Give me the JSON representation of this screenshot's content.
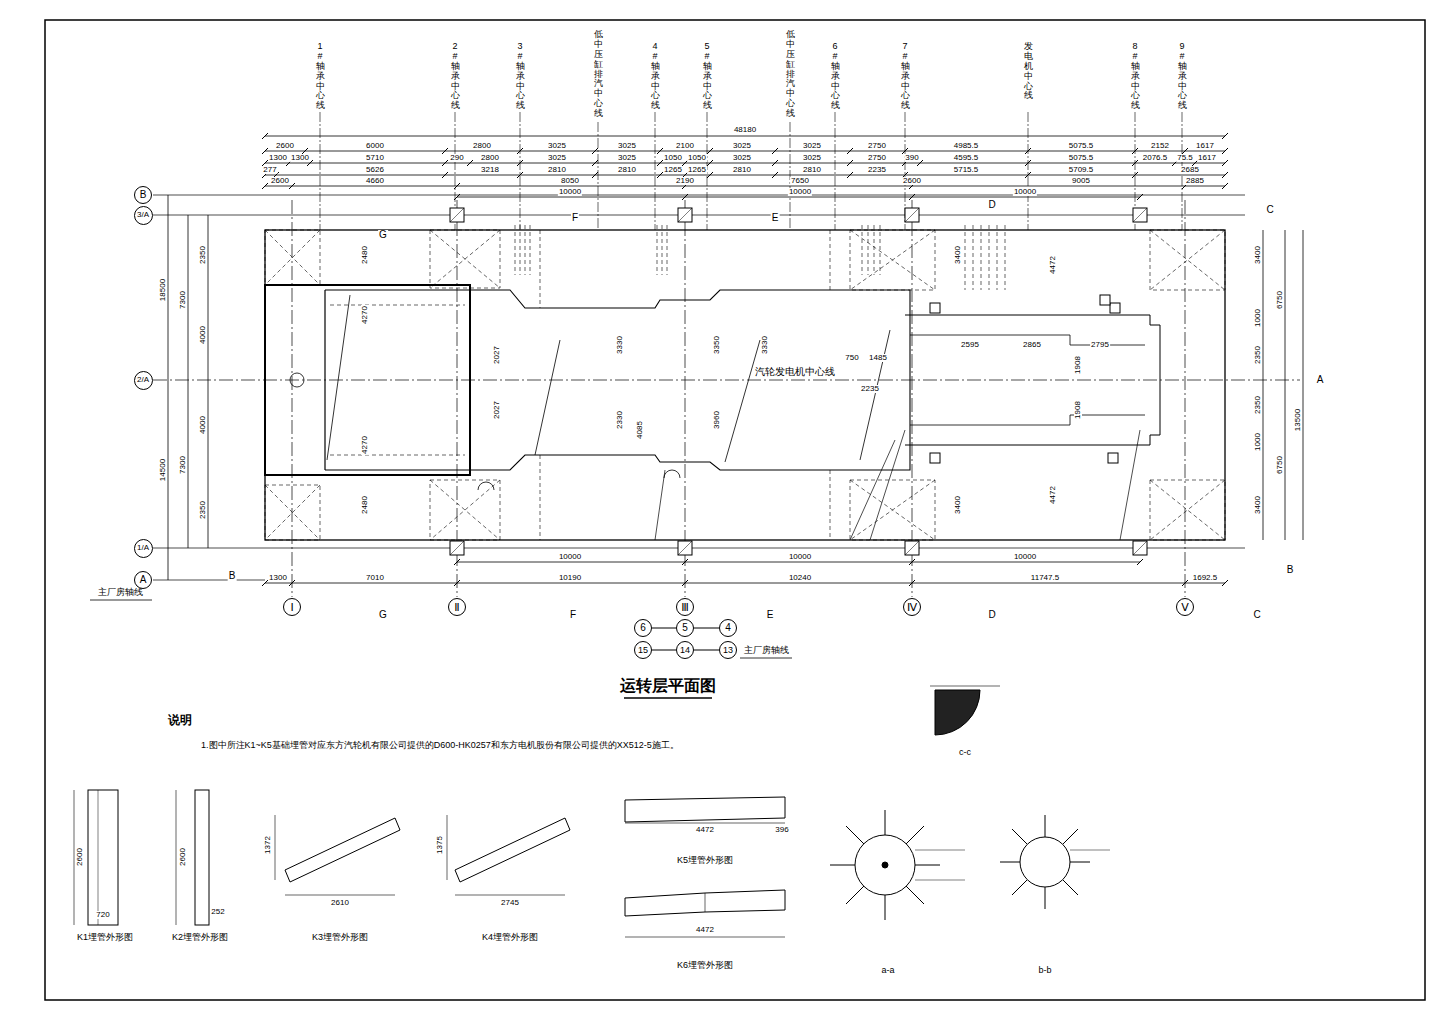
{
  "diagram": {
    "title": "运转层平面图",
    "nodes": [
      {
        "text": [
          "B"
        ]
      },
      {
        "text": [
          "3/A"
        ]
      },
      {
        "text": [
          "2/A"
        ]
      },
      {
        "text": [
          "1/A"
        ]
      },
      {
        "text": [
          "A"
        ]
      },
      {
        "text": [
          "Ⅰ"
        ]
      },
      {
        "text": [
          "Ⅱ"
        ]
      },
      {
        "text": [
          "Ⅲ"
        ]
      },
      {
        "text": [
          "Ⅳ"
        ]
      },
      {
        "text": [
          "Ⅴ"
        ]
      },
      {
        "text": [
          "6"
        ]
      },
      {
        "text": [
          "5"
        ]
      },
      {
        "text": [
          "4"
        ]
      },
      {
        "text": [
          "15"
        ]
      },
      {
        "text": [
          "14"
        ]
      },
      {
        "text": [
          "13"
        ]
      }
    ],
    "edges": [
      {
        "from": 10,
        "to": 11,
        "arrow": "none"
      },
      {
        "from": 11,
        "to": 12,
        "arrow": "none"
      },
      {
        "from": 13,
        "to": 14,
        "arrow": "none"
      },
      {
        "from": 14,
        "to": 15,
        "arrow": "none"
      }
    ],
    "labels": [
      "1#轴承中心线",
      "2#轴承中心线",
      "3#轴承中心线",
      "低中压缸排汽中心线",
      "4#轴承中心线",
      "5#轴承中心线",
      "低中压缸排汽中心线",
      "6#轴承中心线",
      "7#轴承中心线",
      "发电机中心线",
      "8#轴承中心线",
      "9#轴承中心线",
      "48180",
      "2600",
      "6000",
      "2800",
      "3025",
      "3025",
      "2100",
      "3025",
      "3025",
      "2750",
      "4985.5",
      "5075.5",
      "2152",
      "1617",
      "1300",
      "1300",
      "5710",
      "290",
      "2800",
      "3025",
      "3025",
      "1050",
      "1050",
      "3025",
      "3025",
      "2750",
      "390",
      "4595.5",
      "5075.5",
      "2076.5",
      "75.5",
      "1617",
      "277",
      "5626",
      "3218",
      "2810",
      "2810",
      "1265",
      "1265",
      "2810",
      "2810",
      "2235",
      "5715.5",
      "5709.5",
      "2685",
      "2600",
      "4660",
      "8050",
      "2190",
      "7650",
      "2600",
      "9005",
      "2885",
      "10000",
      "10000",
      "10000",
      "10000",
      "10000",
      "10000",
      "1300",
      "7010",
      "10190",
      "10240",
      "11747.5",
      "1692.5",
      "18500",
      "14500",
      "7300",
      "7300",
      "2350",
      "4000",
      "4000",
      "2350",
      "13500",
      "6750",
      "6750",
      "3400",
      "1000",
      "2350",
      "2350",
      "1000",
      "3400",
      "G",
      "F",
      "E",
      "D",
      "C",
      "B",
      "G",
      "F",
      "E",
      "D",
      "C",
      "B",
      "A",
      "汽轮发电机中心线",
      "2480",
      "4270",
      "4270",
      "2480",
      "2027",
      "2027",
      "3330",
      "2330",
      "4085",
      "3350",
      "3960",
      "3330",
      "3400",
      "3400",
      "4472",
      "4472",
      "1908",
      "1908",
      "2595",
      "2865",
      "2795",
      "2235",
      "750",
      "1485",
      "说明",
      "1.图中所注K1~K5基础埋管对应东方汽轮机有限公司提供的D600-HK0257和东方电机股份有限公司提供的XX512-5施工。",
      "主厂房轴线",
      "主厂房轴线",
      "K1埋管外形图",
      "K2埋管外形图",
      "K3埋管外形图",
      "K4埋管外形图",
      "K5埋管外形图",
      "K6埋管外形图",
      "a-a",
      "b-b",
      "c-c",
      "2600",
      "720",
      "2600",
      "252",
      "1372",
      "2610",
      "1375",
      "2745",
      "4472",
      "396",
      "4472"
    ]
  }
}
